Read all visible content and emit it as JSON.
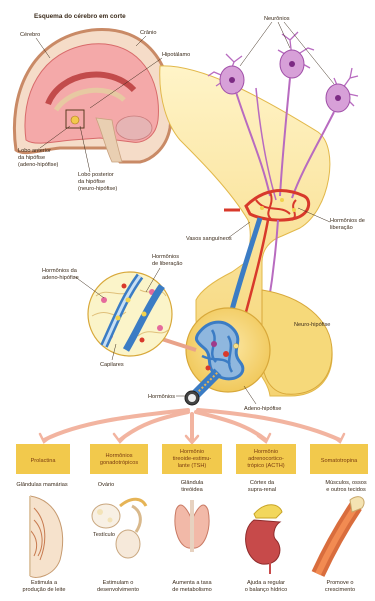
{
  "brain_inset": {
    "title": "Esquema do cérebro em corte",
    "cerebro": "Cérebro",
    "cranio": "Crânio",
    "hipotalamo": "Hipotálamo",
    "lobo_anterior": [
      "Lobo anterior",
      "da hipófise",
      "(adeno-hipófise)"
    ],
    "lobo_posterior": [
      "Lobo posterior",
      "da hipófise",
      "(neuro-hipófise)"
    ]
  },
  "main_labels": {
    "neuronios": "Neurônios",
    "hormonios_liberacao": [
      "Hormônios de",
      "liberação"
    ],
    "vasos_sanguineos": "Vasos sanguíneos",
    "neuro_hipofise": "Neuro-hipófise",
    "adeno_hipofise": "Adeno-hipófise",
    "hormonios": "Hormônios"
  },
  "zoom_inset": {
    "hormonios_adeno": [
      "Hormônios da",
      "adeno-hipófise"
    ],
    "hormonios_liberacao": [
      "Hormônios",
      "de liberação"
    ],
    "capilares": "Capilares"
  },
  "hormones": [
    {
      "name": [
        "Prolactina"
      ],
      "target": [
        "Glândulas mamárias"
      ],
      "effect": [
        "Estimula a",
        "produção de leite"
      ]
    },
    {
      "name": [
        "Hormônios",
        "gonadotrópicos"
      ],
      "target": [
        "Ovário"
      ],
      "target2": "Testículo",
      "effect": [
        "Estimulam o",
        "desenvolvimento"
      ]
    },
    {
      "name": [
        "Hormônio",
        "tireoide-estimu-",
        "lante (TSH)"
      ],
      "target": [
        "Glândula",
        "tireóidea"
      ],
      "effect": [
        "Aumenta a taxa",
        "de metabolismo"
      ]
    },
    {
      "name": [
        "Hormônio",
        "adrenocortico-",
        "trópico (ACTH)"
      ],
      "target": [
        "Córtex da",
        "supra-renal"
      ],
      "effect": [
        "Ajuda a regular",
        "o balanço hídrico"
      ]
    },
    {
      "name": [
        "Somatotropina"
      ],
      "target": [
        "Músculos, ossos",
        "e outros tecidos"
      ],
      "effect": [
        "Promove o",
        "crescimento"
      ]
    }
  ],
  "colors": {
    "hormone_box": "#f2c94c",
    "neuron": "#d7a0d8",
    "vessel_red": "#d8392b",
    "vessel_blue": "#3b7cc4",
    "gland": "#f6d97a"
  }
}
